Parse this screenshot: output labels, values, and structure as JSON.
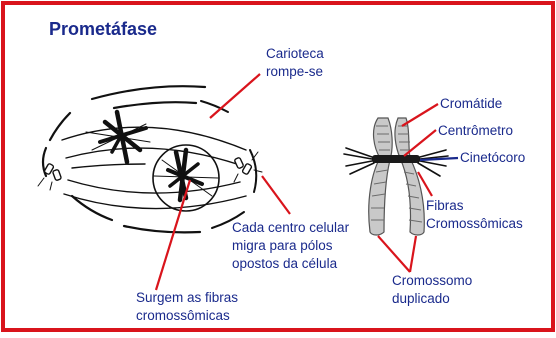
{
  "title": "Prometáfase",
  "colors": {
    "border": "#d9141c",
    "label_text": "#1a2a8c",
    "leader_line": "#d9141c",
    "ink": "#111111"
  },
  "labels": {
    "carioteca": [
      "Carioteca",
      "rompe-se"
    ],
    "centro_celular": [
      "Cada centro celular",
      "migra para pólos",
      "opostos da célula"
    ],
    "fibras_surgem": [
      "Surgem as fibras",
      "cromossômicas"
    ],
    "cromatide": "Cromátide",
    "centromero": "Centrômetro",
    "cinetocoro": "Cinetócoro",
    "fibras_cromossomicas": [
      "Fibras",
      "Cromossômicas"
    ],
    "cromossomo_duplicado": [
      "Cromossomo",
      "duplicado"
    ]
  }
}
